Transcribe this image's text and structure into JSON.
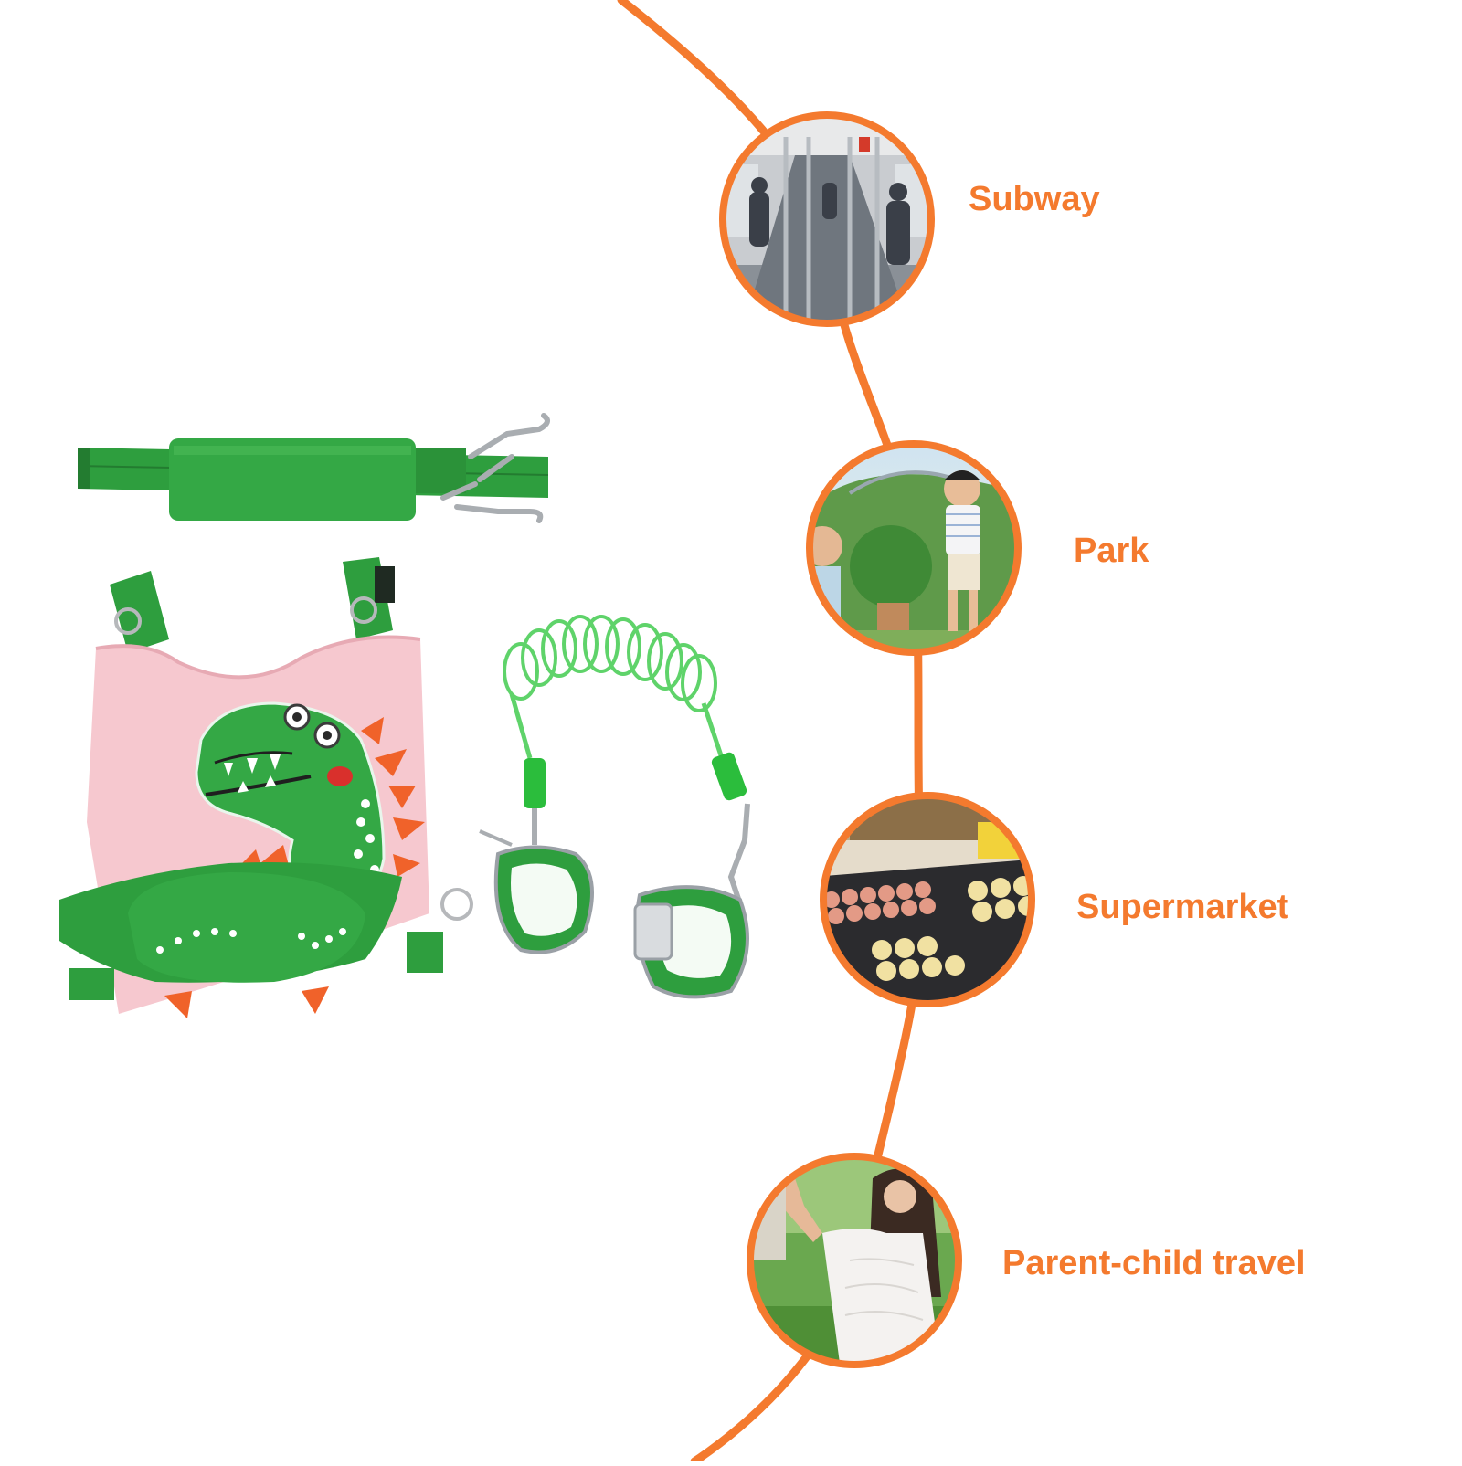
{
  "colors": {
    "accent": "#F47A2E",
    "harness_green": "#2E9E3E",
    "harness_pink": "#F6C8CF",
    "spike_orange": "#F0622A"
  },
  "product": {
    "items": [
      "shoulder-strap",
      "dinosaur-backpack-harness",
      "anti-lost-wrist-link"
    ]
  },
  "scenes": [
    {
      "label": "Subway",
      "photo": "subway-photo"
    },
    {
      "label": "Park",
      "photo": "park-photo"
    },
    {
      "label": "Supermarket",
      "photo": "supermarket-photo"
    },
    {
      "label": "Parent-child travel",
      "photo": "parent-child-travel-photo"
    }
  ]
}
